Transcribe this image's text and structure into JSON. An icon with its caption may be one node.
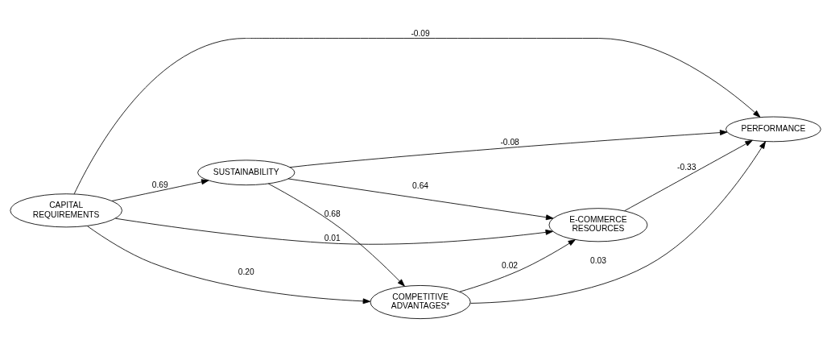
{
  "diagram": {
    "nodes": [
      {
        "text": [
          "CAPITAL REQUIREMENTS"
        ]
      },
      {
        "text": [
          "COMPETITIVE ADVANTAGES*"
        ]
      },
      {
        "text": [
          "PERFORMANCE"
        ]
      },
      {
        "text": [
          "SUSTAINABILITY"
        ]
      },
      {
        "text": [
          "E-COMMERCE RESOURCES"
        ]
      }
    ],
    "edges": [
      {
        "from": 0,
        "to": 1,
        "arrow": "to",
        "label": "0.20"
      },
      {
        "from": 0,
        "to": 2,
        "arrow": "to",
        "label": "-0.09"
      },
      {
        "from": 1,
        "to": 2,
        "arrow": "to",
        "label": "0.03"
      },
      {
        "from": 0,
        "to": 3,
        "arrow": "to",
        "label": "0.69"
      },
      {
        "from": 0,
        "to": 4,
        "arrow": "to",
        "label": "0.01"
      },
      {
        "from": 1,
        "to": 4,
        "arrow": "to",
        "label": "0.02"
      },
      {
        "from": 3,
        "to": 1,
        "arrow": "to",
        "label": "0.68"
      },
      {
        "from": 3,
        "to": 2,
        "arrow": "to",
        "label": "-0.08"
      },
      {
        "from": 3,
        "to": 4,
        "arrow": "to",
        "label": "0.64"
      },
      {
        "from": 4,
        "to": 2,
        "arrow": "to",
        "label": "-0.33"
      }
    ]
  }
}
